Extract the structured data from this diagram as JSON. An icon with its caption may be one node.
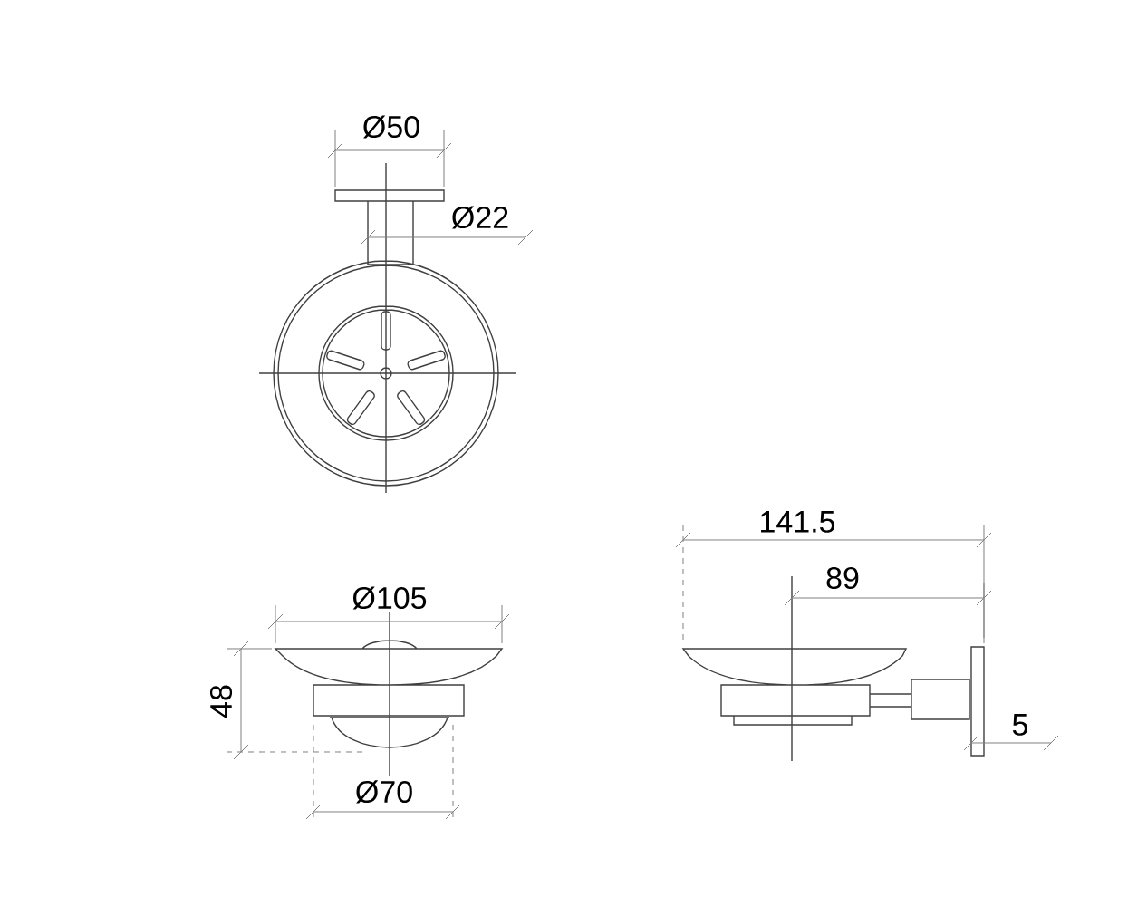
{
  "diagram": {
    "labels": [
      "Ø50",
      "Ø22",
      "Ø105",
      "48",
      "Ø70",
      "141.5",
      "89",
      "5"
    ]
  }
}
